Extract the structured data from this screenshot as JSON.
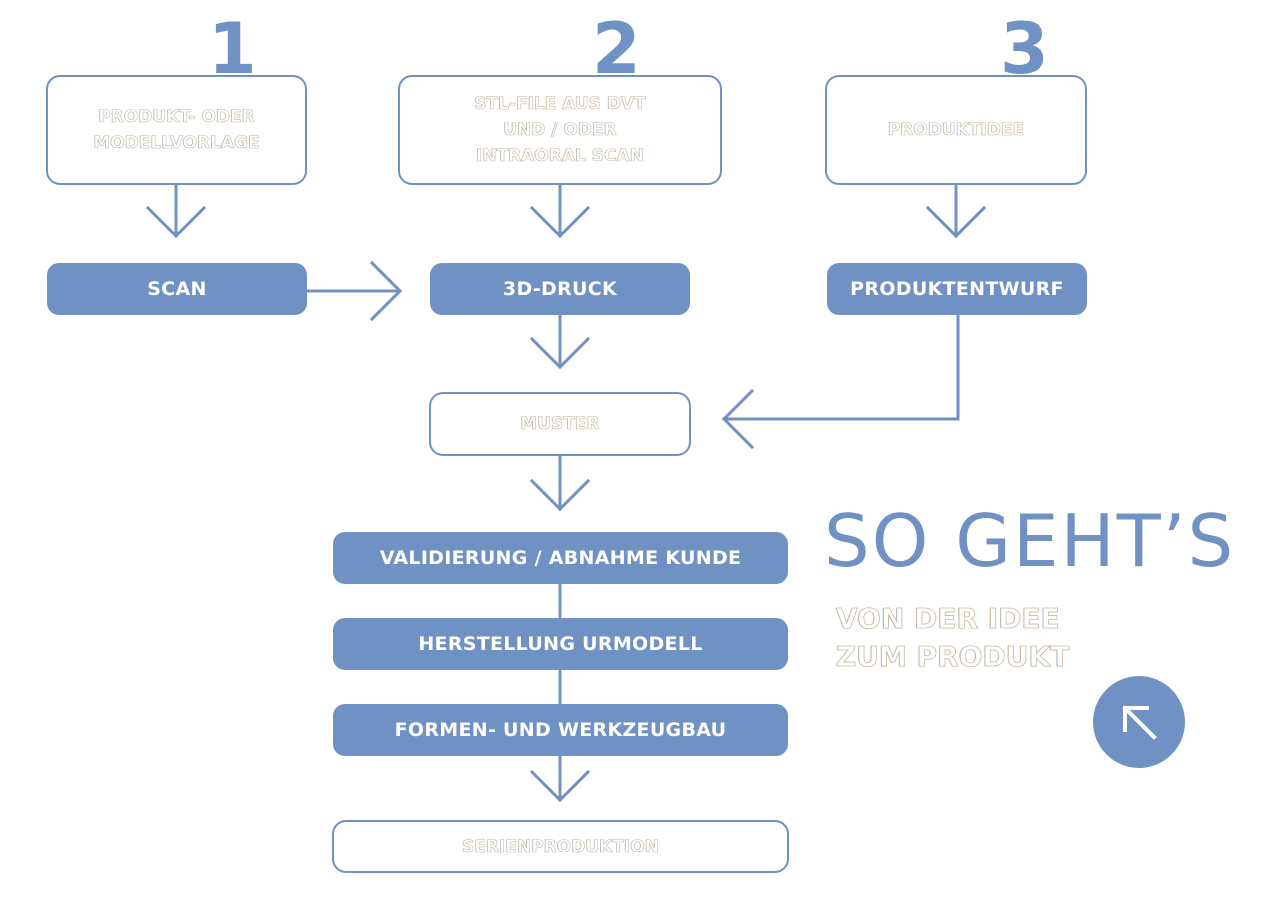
{
  "colors": {
    "accent": "#7091c3",
    "background": "#ffffff"
  },
  "steps": {
    "one": "1",
    "two": "2",
    "three": "3"
  },
  "sources": [
    {
      "label": "PRODUKT- ODER\nMODELLVORLAGE"
    },
    {
      "label": "STL-FILE AUS DVT\nUND / ODER\nINTRAORAL SCAN"
    },
    {
      "label": "PRODUKTIDEE"
    }
  ],
  "process": {
    "scan": "SCAN",
    "druck": "3D-DRUCK",
    "entwurf": "PRODUKTENTWURF",
    "muster": "MUSTER",
    "validierung": "VALIDIERUNG / ABNAHME KUNDE",
    "urmodell": "HERSTELLUNG URMODELL",
    "werkzeugbau": "FORMEN- UND WERKZEUGBAU",
    "serie": "SERIENPRODUKTION"
  },
  "headline": {
    "title": "SO GEHT’S",
    "subtitle": "VON DER IDEE\nZUM PRODUKT",
    "icon": "arrow-up-left-icon"
  }
}
